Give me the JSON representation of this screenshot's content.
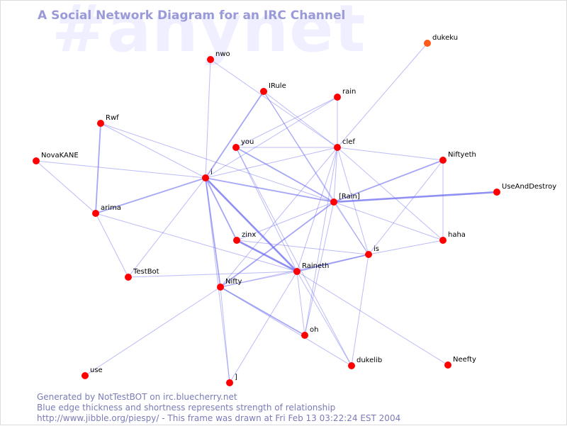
{
  "watermark": "#anynet",
  "title": "A Social Network Diagram for an IRC Channel",
  "footer": {
    "line1": "Generated by NotTestBOT on irc.bluecherry.net",
    "line2": "Blue edge thickness and shortness represents strength of relationship",
    "line3": "http://www.jibble.org/piespy/ - This frame was drawn at Fri Feb 13 03:22:24 EST 2004"
  },
  "colors": {
    "node": "#ff0000",
    "node_recent": "#ff5a1a",
    "edge": "#6b6bf0"
  },
  "nodes": [
    {
      "id": "nwo",
      "label": "nwo"
    },
    {
      "id": "IRule",
      "label": "IRule"
    },
    {
      "id": "rain",
      "label": "rain"
    },
    {
      "id": "dukeku",
      "label": "dukeku",
      "recent": true
    },
    {
      "id": "Rwf",
      "label": "Rwf"
    },
    {
      "id": "you",
      "label": "you"
    },
    {
      "id": "clef",
      "label": "clef"
    },
    {
      "id": "Niftyeth",
      "label": "Niftyeth"
    },
    {
      "id": "NovaKANE",
      "label": "NovaKANE"
    },
    {
      "id": "i",
      "label": "i"
    },
    {
      "id": "UseAndDestroy",
      "label": "UseAndDestroy"
    },
    {
      "id": "Rain",
      "label": "[Rain]"
    },
    {
      "id": "arima",
      "label": "arima"
    },
    {
      "id": "zinx",
      "label": "zinx"
    },
    {
      "id": "haha",
      "label": "haha"
    },
    {
      "id": "is",
      "label": "is"
    },
    {
      "id": "Raineth",
      "label": "Raineth"
    },
    {
      "id": "TestBot",
      "label": "TestBot"
    },
    {
      "id": "Nifty",
      "label": "Nifty"
    },
    {
      "id": "oh",
      "label": "oh"
    },
    {
      "id": "use",
      "label": "use"
    },
    {
      "id": "dukelib",
      "label": "dukelib"
    },
    {
      "id": "Neefty",
      "label": "Neefty"
    },
    {
      "id": "J",
      "label": "]"
    }
  ],
  "edges": [
    {
      "from": "nwo",
      "to": "i",
      "weight": 1
    },
    {
      "from": "nwo",
      "to": "clef",
      "weight": 1
    },
    {
      "from": "IRule",
      "to": "i",
      "weight": 2
    },
    {
      "from": "IRule",
      "to": "clef",
      "weight": 1
    },
    {
      "from": "IRule",
      "to": "Rain",
      "weight": 1
    },
    {
      "from": "IRule",
      "to": "is",
      "weight": 1
    },
    {
      "from": "rain",
      "to": "you",
      "weight": 1
    },
    {
      "from": "rain",
      "to": "clef",
      "weight": 1
    },
    {
      "from": "rain",
      "to": "i",
      "weight": 1
    },
    {
      "from": "dukeku",
      "to": "clef",
      "weight": 1
    },
    {
      "from": "Rwf",
      "to": "i",
      "weight": 1
    },
    {
      "from": "Rwf",
      "to": "arima",
      "weight": 2
    },
    {
      "from": "Rwf",
      "to": "Rain",
      "weight": 1
    },
    {
      "from": "you",
      "to": "clef",
      "weight": 1
    },
    {
      "from": "you",
      "to": "Rain",
      "weight": 2
    },
    {
      "from": "you",
      "to": "Raineth",
      "weight": 1
    },
    {
      "from": "you",
      "to": "dukelib",
      "weight": 1
    },
    {
      "from": "clef",
      "to": "i",
      "weight": 1
    },
    {
      "from": "clef",
      "to": "Rain",
      "weight": 1
    },
    {
      "from": "clef",
      "to": "is",
      "weight": 1
    },
    {
      "from": "clef",
      "to": "Raineth",
      "weight": 1
    },
    {
      "from": "clef",
      "to": "oh",
      "weight": 1
    },
    {
      "from": "clef",
      "to": "Niftyeth",
      "weight": 1
    },
    {
      "from": "clef",
      "to": "haha",
      "weight": 1
    },
    {
      "from": "clef",
      "to": "Nifty",
      "weight": 1
    },
    {
      "from": "NovaKANE",
      "to": "i",
      "weight": 1
    },
    {
      "from": "NovaKANE",
      "to": "arima",
      "weight": 1
    },
    {
      "from": "i",
      "to": "Rain",
      "weight": 2
    },
    {
      "from": "i",
      "to": "Raineth",
      "weight": 3
    },
    {
      "from": "i",
      "to": "zinx",
      "weight": 2
    },
    {
      "from": "i",
      "to": "arima",
      "weight": 2
    },
    {
      "from": "i",
      "to": "TestBot",
      "weight": 1
    },
    {
      "from": "i",
      "to": "Nifty",
      "weight": 2
    },
    {
      "from": "i",
      "to": "J",
      "weight": 1
    },
    {
      "from": "Rain",
      "to": "UseAndDestroy",
      "weight": 3
    },
    {
      "from": "Rain",
      "to": "Niftyeth",
      "weight": 2
    },
    {
      "from": "Rain",
      "to": "zinx",
      "weight": 1
    },
    {
      "from": "Rain",
      "to": "Nifty",
      "weight": 2
    },
    {
      "from": "Rain",
      "to": "haha",
      "weight": 1
    },
    {
      "from": "Rain",
      "to": "is",
      "weight": 1
    },
    {
      "from": "Rain",
      "to": "oh",
      "weight": 1
    },
    {
      "from": "arima",
      "to": "TestBot",
      "weight": 1
    },
    {
      "from": "arima",
      "to": "Raineth",
      "weight": 1
    },
    {
      "from": "zinx",
      "to": "Raineth",
      "weight": 3
    },
    {
      "from": "zinx",
      "to": "is",
      "weight": 1
    },
    {
      "from": "Raineth",
      "to": "is",
      "weight": 2
    },
    {
      "from": "Raineth",
      "to": "J",
      "weight": 1
    },
    {
      "from": "Raineth",
      "to": "oh",
      "weight": 1
    },
    {
      "from": "Raineth",
      "to": "dukelib",
      "weight": 1
    },
    {
      "from": "Raineth",
      "to": "Neefty",
      "weight": 1
    },
    {
      "from": "Raineth",
      "to": "Nifty",
      "weight": 1
    },
    {
      "from": "Nifty",
      "to": "use",
      "weight": 1
    },
    {
      "from": "Nifty",
      "to": "J",
      "weight": 1
    },
    {
      "from": "Nifty",
      "to": "oh",
      "weight": 2
    },
    {
      "from": "Nifty",
      "to": "dukelib",
      "weight": 1
    },
    {
      "from": "Nifty",
      "to": "is",
      "weight": 1
    },
    {
      "from": "TestBot",
      "to": "Raineth",
      "weight": 1
    },
    {
      "from": "is",
      "to": "Niftyeth",
      "weight": 1
    },
    {
      "from": "is",
      "to": "haha",
      "weight": 1
    },
    {
      "from": "is",
      "to": "dukelib",
      "weight": 1
    },
    {
      "from": "haha",
      "to": "Niftyeth",
      "weight": 1
    }
  ]
}
